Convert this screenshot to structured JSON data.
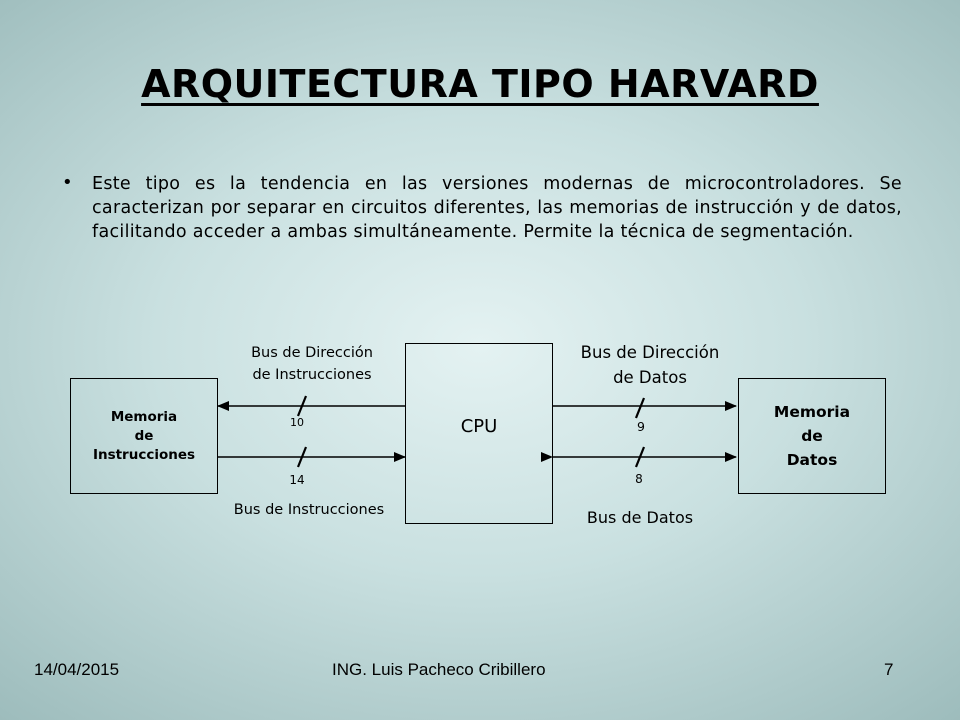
{
  "slide": {
    "title": "ARQUITECTURA TIPO HARVARD",
    "bullet": "Este tipo es la tendencia en las versiones modernas de microcontroladores. Se caracterizan por separar en circuitos diferentes, las memorias de instrucción y de datos, facilitando acceder a ambas simultáneamente. Permite la técnica de segmentación."
  },
  "diagram": {
    "mem_instr": {
      "line1": "Memoria",
      "line2": "de",
      "line3": "Instrucciones"
    },
    "cpu": "CPU",
    "mem_datos": {
      "line1": "Memoria",
      "line2": "de",
      "line3": "Datos"
    },
    "bus_dir_instr": {
      "line1": "Bus de Dirección",
      "line2": "de Instrucciones",
      "width": "10"
    },
    "bus_instr": {
      "label": "Bus de Instrucciones",
      "width": "14"
    },
    "bus_dir_datos": {
      "line1": "Bus de Dirección",
      "line2": "de Datos",
      "width": "9"
    },
    "bus_datos": {
      "label": "Bus de Datos",
      "width": "8"
    }
  },
  "footer": {
    "date": "14/04/2015",
    "author": "ING. Luis Pacheco Cribillero",
    "page": "7"
  }
}
